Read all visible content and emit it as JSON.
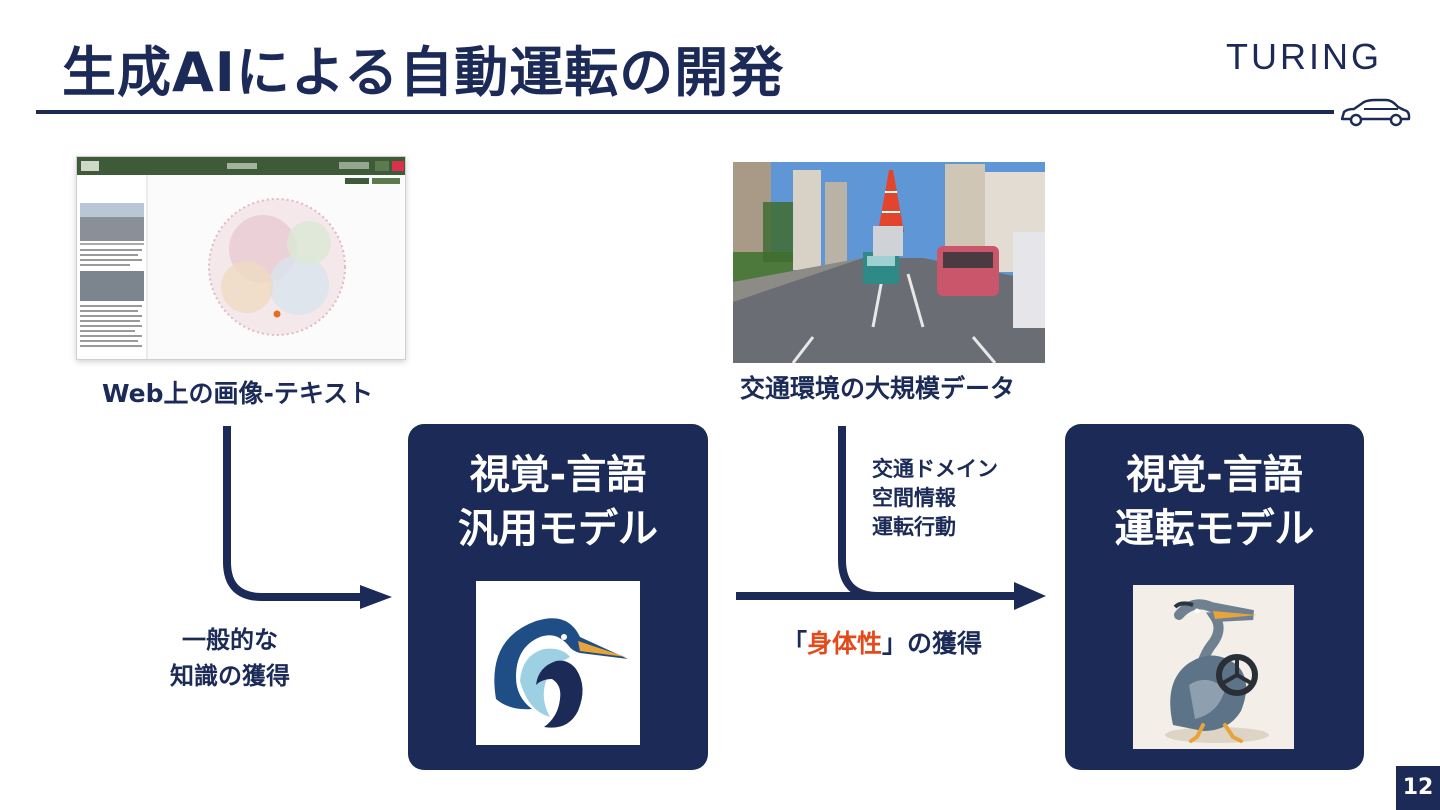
{
  "slide": {
    "title": "生成AIによる自動運転の開発",
    "logo": "TURING",
    "page_number": "12"
  },
  "sources": {
    "web_caption": "Web上の画像-テキスト",
    "traffic_caption": "交通環境の大規模データ"
  },
  "flow": {
    "general_knowledge": [
      "一般的な",
      "知識の獲得"
    ],
    "domain_inputs": [
      "交通ドメイン",
      "空間情報",
      "運転行動"
    ],
    "embodiment": {
      "open": "「",
      "highlight": "身体性",
      "close": "」の獲得"
    }
  },
  "models": [
    {
      "title_line1": "視覚-言語",
      "title_line2": "汎用モデル"
    },
    {
      "title_line1": "視覚-言語",
      "title_line2": "運転モデル"
    }
  ],
  "colors": {
    "navy": "#1b2a57",
    "highlight": "#e34a1a",
    "white": "#ffffff"
  }
}
